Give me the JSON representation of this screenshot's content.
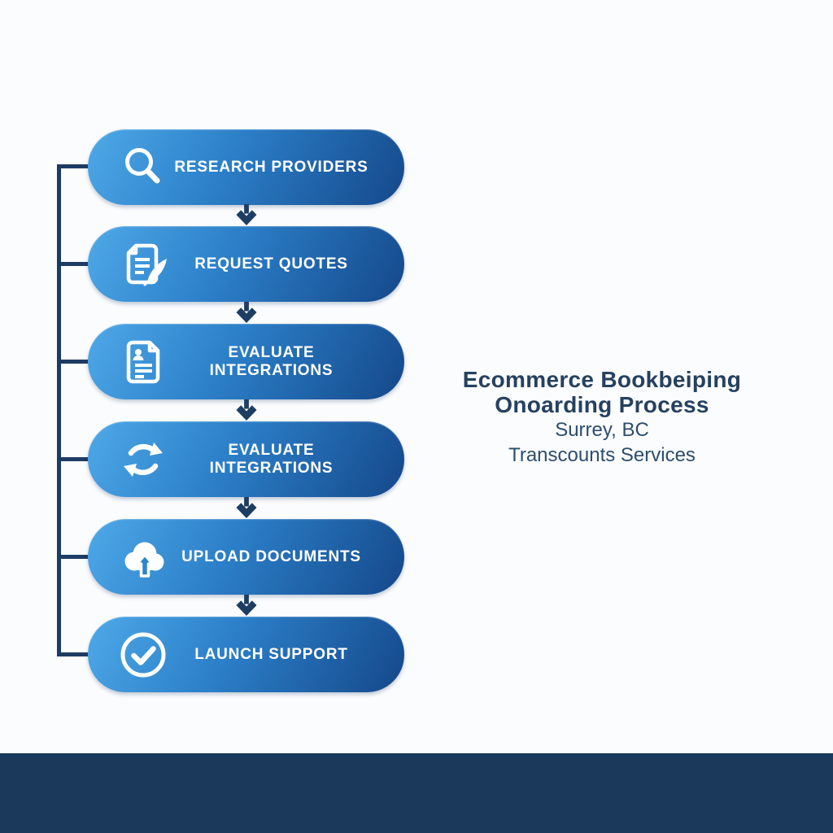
{
  "flow": {
    "steps": [
      {
        "label": "RESEARCH PROVIDERS",
        "icon": "magnifier-icon"
      },
      {
        "label": "REQUEST QUOTES",
        "icon": "document-pen-icon"
      },
      {
        "label": "EVALUATE INTEGRATIONS",
        "icon": "document-person-icon"
      },
      {
        "label": "EVALUATE INTEGRATIONS",
        "icon": "sync-arrows-icon"
      },
      {
        "label": "UPLOAD DOCUMENTS",
        "icon": "cloud-upload-icon"
      },
      {
        "label": "LAUNCH SUPPORT",
        "icon": "check-circle-icon"
      }
    ]
  },
  "title": {
    "line1": "Ecommerce Bookbeiping",
    "line2": "Onoarding Process",
    "line3": "Surrey, BC",
    "line4": "Transcounts Services"
  },
  "colors": {
    "pill_gradient_start": "#4ea9e8",
    "pill_gradient_end": "#15488a",
    "connector": "#1e3c63",
    "arrow": "#1d3d63",
    "title_bold_text": "#26415f",
    "title_regular_text": "#2e4d6d",
    "footer_bar": "#1b3a5b",
    "background": "#fbfcfd",
    "step_text": "#ffffff"
  }
}
